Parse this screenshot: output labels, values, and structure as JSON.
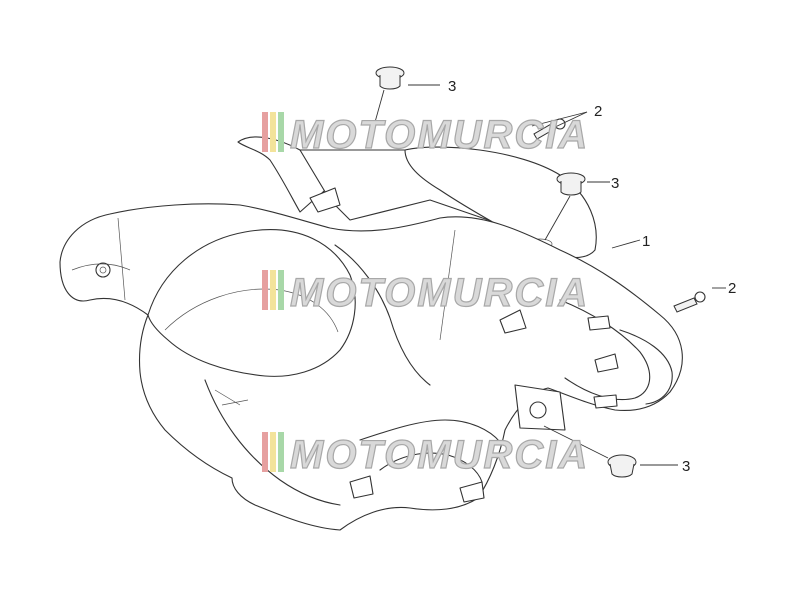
{
  "callouts": [
    {
      "id": "callout-1",
      "number": "1"
    },
    {
      "id": "callout-2-top",
      "number": "2"
    },
    {
      "id": "callout-2-right",
      "number": "2"
    },
    {
      "id": "callout-3-top",
      "number": "3"
    },
    {
      "id": "callout-3-mid",
      "number": "3"
    },
    {
      "id": "callout-3-bottom",
      "number": "3"
    }
  ],
  "watermark": {
    "text": "MOTOMURCIA",
    "flag_colors": [
      "#e6a0a0",
      "#f3e39a",
      "#a8d8a8"
    ]
  }
}
